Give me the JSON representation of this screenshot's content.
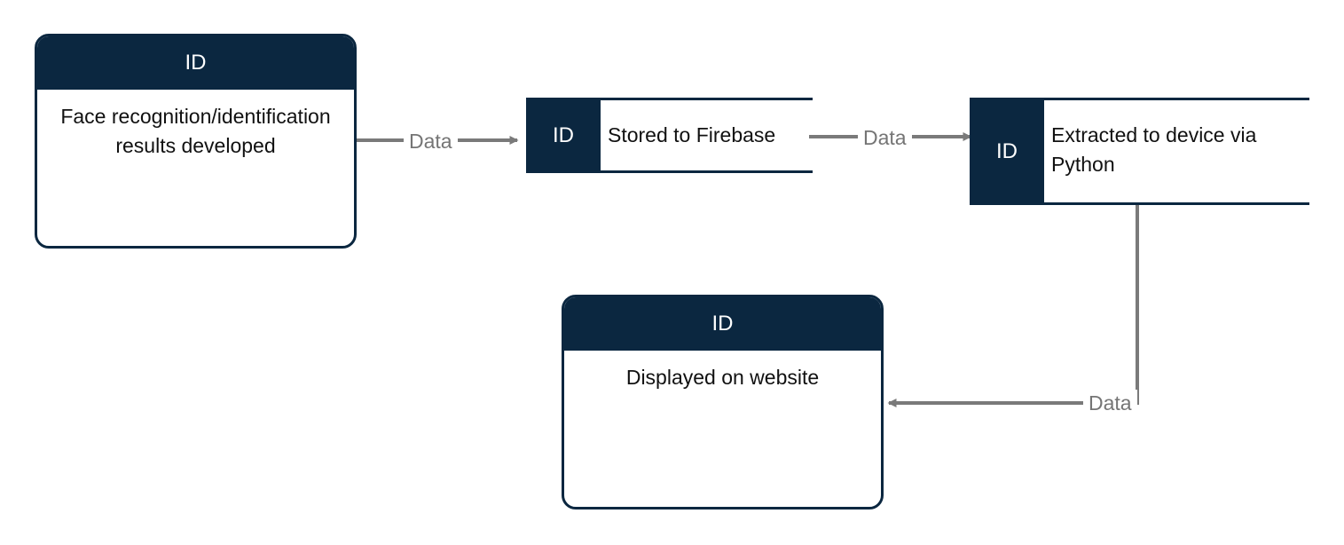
{
  "diagram": {
    "nodes": [
      {
        "id_label": "ID",
        "text": "Face recognition/identification results developed",
        "kind": "process"
      },
      {
        "id_label": "ID",
        "text": "Stored to Firebase",
        "kind": "data-store"
      },
      {
        "id_label": "ID",
        "text": "Extracted to device via Python",
        "kind": "data-store"
      },
      {
        "id_label": "ID",
        "text": "Displayed on website",
        "kind": "process"
      }
    ],
    "edges": [
      {
        "from": 0,
        "to": 1,
        "label": "Data"
      },
      {
        "from": 1,
        "to": 2,
        "label": "Data"
      },
      {
        "from": 2,
        "to": 3,
        "label": "Data"
      }
    ],
    "colors": {
      "node_header": "#0b2740",
      "edge_line": "#7a7a7a",
      "edge_label": "#757575"
    }
  }
}
